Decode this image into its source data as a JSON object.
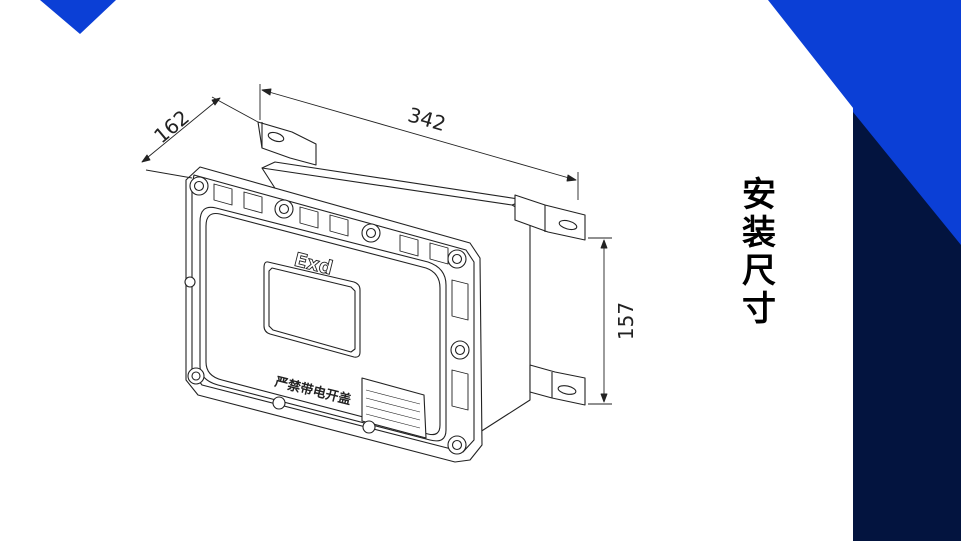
{
  "slide": {
    "title_chars": [
      "安",
      "装",
      "尺",
      "寸"
    ],
    "colors": {
      "accent_blue": "#0b3fd6",
      "navy": "#03143f",
      "line": "#222222"
    }
  },
  "drawing": {
    "dim_width": "342",
    "dim_depth": "162",
    "dim_height": "157",
    "marking": "Exd",
    "product_name": "严禁带电开盖"
  }
}
